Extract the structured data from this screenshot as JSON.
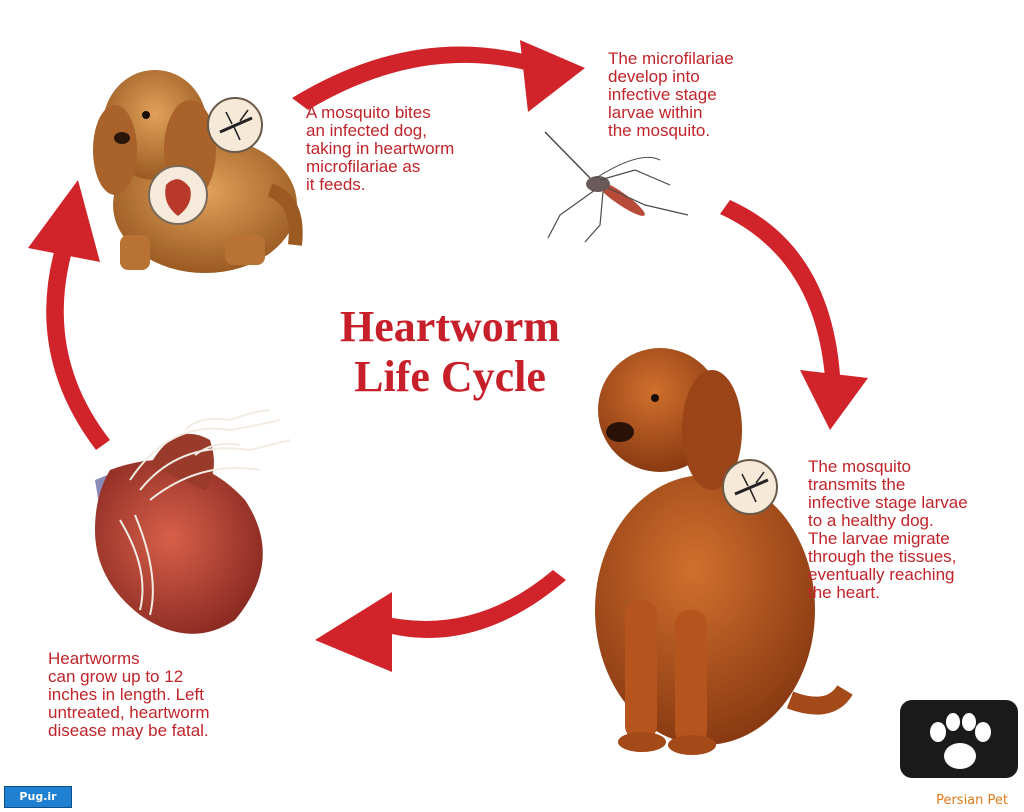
{
  "title": "Heartworm\nLife Cycle",
  "steps": [
    {
      "id": "bite",
      "text": "A mosquito bites\nan infected dog,\ntaking in heartworm\nmicrofilariae as\nit feeds."
    },
    {
      "id": "develop",
      "text": "The microfilariae\ndevelop into\ninfective stage\nlarvae within\nthe mosquito."
    },
    {
      "id": "transmit",
      "text": "The mosquito\ntransmits the\ninfective stage larvae\nto a healthy dog.\nThe larvae migrate\nthrough the tissues,\neventually reaching\nthe heart."
    },
    {
      "id": "grow",
      "text": "Heartworms\ncan grow up to 12\ninches in length. Left\nuntreated, heartworm\ndisease may be fatal."
    }
  ],
  "brand": "Persian Pet",
  "badge": "Pug.ir",
  "colors": {
    "arrow": "#d1232a",
    "text": "#c0242a",
    "dog_coat": "#b5541c",
    "heart": "#b8392a"
  }
}
